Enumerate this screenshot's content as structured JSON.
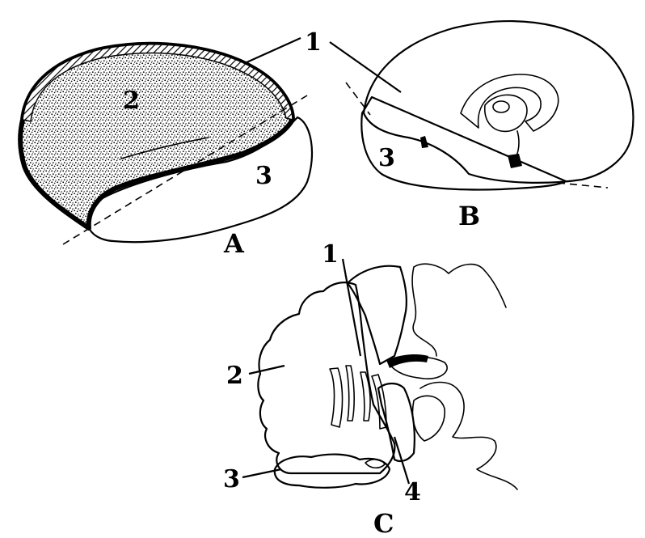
{
  "figure": {
    "panel_a": {
      "letter": "A",
      "label_1": "1",
      "label_2": "2",
      "label_3": "3"
    },
    "panel_b": {
      "letter": "B",
      "label_3": "3"
    },
    "panel_c": {
      "letter": "C",
      "label_1": "1",
      "label_2": "2",
      "label_3": "3",
      "label_4": "4"
    }
  }
}
